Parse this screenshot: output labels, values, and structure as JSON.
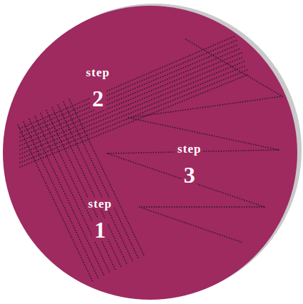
{
  "diagram": {
    "labels": [
      "step",
      "2",
      "step",
      "3",
      "step",
      "1"
    ]
  }
}
